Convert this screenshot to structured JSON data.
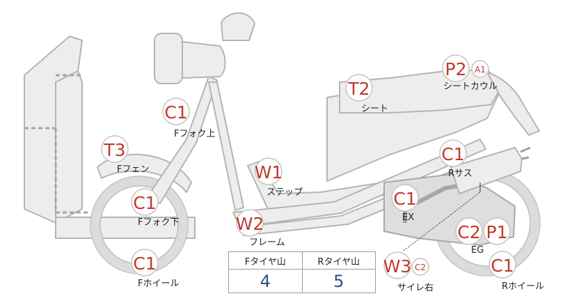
{
  "parts": {
    "handle_upper": {
      "code": "C1",
      "label": "Fフォク上"
    },
    "front_fender": {
      "code": "T3",
      "label": "Fフェン"
    },
    "fork_lower": {
      "code": "C1",
      "label": "Fフォク下"
    },
    "front_wheel": {
      "code": "C1",
      "label": "Fホイール"
    },
    "step": {
      "code": "W1",
      "label": "ステップ"
    },
    "frame": {
      "code": "W2",
      "label": "フレーム"
    },
    "seat": {
      "code": "T2",
      "label": "シート"
    },
    "seat_cowl": {
      "code": "P2",
      "sub": "A1",
      "label": "シートカウル"
    },
    "rear_suspension": {
      "code": "C1",
      "label": "Rサス"
    },
    "exhaust": {
      "code": "C1",
      "label": "EX"
    },
    "engine": {
      "code": "C2",
      "code2": "P1",
      "label": "EG"
    },
    "rear_wheel": {
      "code": "C1",
      "label": "Rホイール"
    },
    "silencer_right": {
      "code": "W3",
      "sub": "C2",
      "label": "サイレ右"
    }
  },
  "tread": {
    "front_header": "Fタイヤ山",
    "rear_header": "Rタイヤ山",
    "front_value": "4",
    "rear_value": "5"
  }
}
